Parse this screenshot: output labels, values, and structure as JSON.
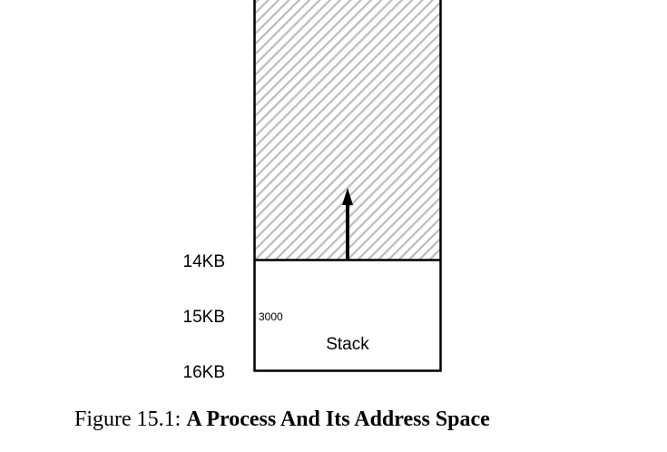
{
  "diagram": {
    "address_labels": [
      "14KB",
      "15KB",
      "16KB"
    ],
    "stack_value": "3000",
    "stack_label": "Stack",
    "colors": {
      "stroke": "#000000",
      "hatch": "#bdbdbd",
      "background": "#ffffff"
    }
  },
  "caption": {
    "prefix": "Figure 15.1:",
    "title": "A Process And Its Address Space"
  }
}
